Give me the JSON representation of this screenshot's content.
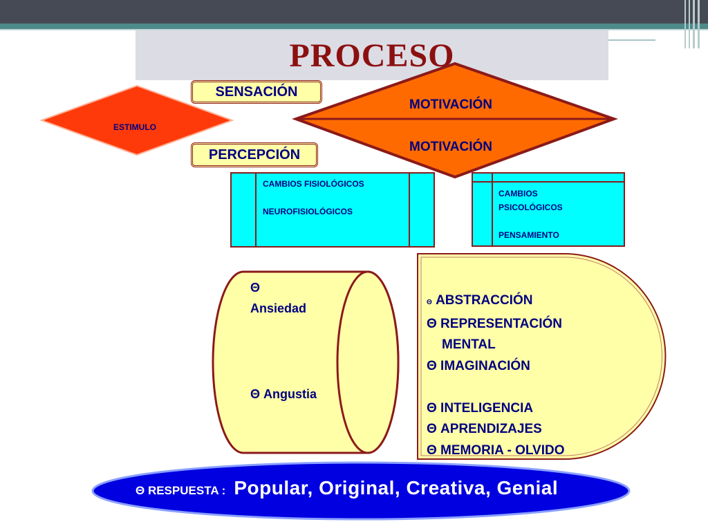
{
  "title": "PROCESO",
  "nodes": {
    "estimulo": "ESTIMULO",
    "sensacion": "SENSACIÓN",
    "percepcion": "PERCEPCIÓN",
    "motivacion_top": "MOTIVACIÓN",
    "motivacion_bottom": "MOTIVACIÓN"
  },
  "fisiologicos": {
    "line1": "CAMBIOS  FISIOLÓGICOS",
    "line2": "NEUROFISIOLÓGICOS"
  },
  "psicologicos": {
    "line1": "CAMBIOS",
    "line2": "PSICOLÓGICOS",
    "line3": "PENSAMIENTO"
  },
  "emociones": {
    "theta": "Θ",
    "ansiedad": "Ansiedad",
    "angustia": "Θ Angustia"
  },
  "cognitivo": {
    "small_theta": "Θ",
    "items": [
      "ABSTRACCIÓN",
      "Θ REPRESENTACIÓN",
      "MENTAL",
      "Θ IMAGINACIÓN",
      "Θ INTELIGENCIA",
      "Θ APRENDIZAJES",
      "Θ MEMORIA -  OLVIDO"
    ]
  },
  "respuesta": {
    "label": "Θ  RESPUESTA :",
    "value": "Popular,  Original,  Creativa,  Genial"
  },
  "colors": {
    "dark_red": "#8b1a1a",
    "orange": "#ff6a00",
    "red_orange": "#ff3a0a",
    "cyan": "#00ffff",
    "light_yellow": "#ffffa8",
    "navy": "#000080",
    "blue": "#0000e0"
  }
}
